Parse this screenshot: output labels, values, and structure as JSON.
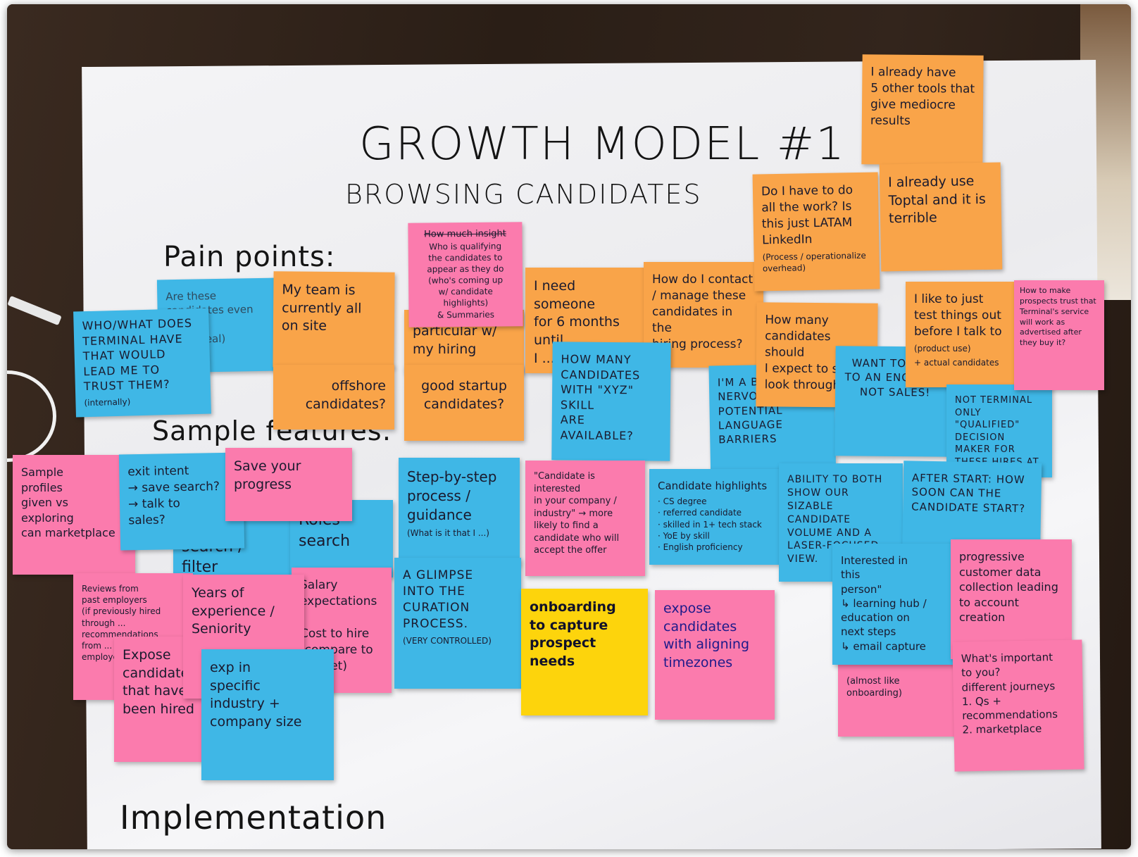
{
  "board": {
    "title": "GROWTH MODEL #1",
    "subtitle": "BROWSING CANDIDATES",
    "sections": {
      "pain_points": "Pain points:",
      "sample_features": "Sample features:",
      "implementation": "Implementation"
    }
  },
  "notes": {
    "trust": "WHO/WHAT DOES TERMINAL HAVE THAT WOULD LEAD ME TO TRUST THEM?",
    "trust_sub": "(internally)",
    "are_these": "Are these\ncandidates even\nhuman?\n(are it real)",
    "team_onsite": "My team is\ncurrently all\non site",
    "offshore": "offshore\ncandidates?",
    "qualifying_crossed": "How much insight",
    "qualifying": "Who is qualifying\nthe candidates to\nappear as they do\n(who's coming up\nw/ candidate\nhighlights)\n& Summaries",
    "particular": "particular w/\nmy hiring",
    "startup": "good startup\ncandidates?",
    "six_months": "I need someone\nfor 6 months until\nI ...",
    "contact": "How do I contact\n/ manage these\ncandidates in the\nhiring process?",
    "how_many_skill": "HOW MANY\nCANDIDATES\nWITH \"XYZ\"\nSKILL\nARE AVAILABLE?",
    "do_the_work": "Do I have to do\nall the work? Is\nthis just LATAM LinkedIn",
    "do_the_work_sub": "(Process / operationalize overhead)",
    "how_many_look": "How many\ncandidates should\nI expect to see /\nlook through?",
    "five_tools": "I already have\n5 other tools that\ngive mediocre\nresults",
    "toptal": "I already use\nToptal and it is\nterrible",
    "test_things": "I like to just\ntest things out\nbefore I talk to",
    "test_things_sub1": "(product use)",
    "test_things_sub2": "+ actual candidates",
    "prospects_side": "How to make prospects trust that Terminal's service will work as advertised after they buy it?",
    "nervous": "I'M A BIT NERVOUS ABOUT POTENTIAL LANGUAGE BARRIERS",
    "talk_engineer": "WANT TO TALK TO AN ENGINEER NOT SALES!",
    "qualified": "NOT TERMINAL ONLY \"QUALIFIED\" DECISION MAKER FOR THESE HIRES AT MY COMPANY...",
    "sample_profiles": "Sample\nprofiles\ngiven vs\nexploring\ncan marketplace",
    "exit_intent": "exit intent\n→ save search?\n→ talk to\nsales?",
    "save_progress": "Save your\nprogress",
    "stack_search": "Stack\nsearch /\nfilter",
    "roles_search": "Roles\nsearch",
    "step_by_step": "Step-by-step\nprocess /\nguidance",
    "step_by_step_sub": "(What is it that I ...)",
    "interested": "\"Candidate is interested\nin your company /\nindustry\" → more\nlikely to find a\ncandidate who will\naccept the offer",
    "highlights_title": "Candidate highlights",
    "highlights_list": "· CS degree\n· referred candidate\n· skilled in 1+ tech stack\n· YoE by skill\n· English proficiency",
    "volume": "ABILITY TO BOTH SHOW OUR SIZABLE CANDIDATE VOLUME AND A LASER-FOCUSED VIEW.",
    "after_start": "AFTER START: HOW SOON CAN THE CANDIDATE START?",
    "reviews": "Reviews from\npast employers\n(if previously hired\nthrough ...\nrecommendations\nfrom ...\nemployers)",
    "years_exp": "Years of\nexperience /\nSeniority",
    "salary": "Salary expectations\n/\nCost to hire\n(compare to market)",
    "expose_hired": "Expose\ncandidates\nthat have\nbeen hired",
    "exp_industry": "exp in\nspecific\nindustry +\ncompany size",
    "glimpse": "A GLIMPSE\nINTO THE\nCURATION\nPROCESS.",
    "glimpse_sub": "(VERY CONTROLLED)",
    "onboarding": "onboarding\nto capture\nprospect\nneeds",
    "timezones": "expose\ncandidates\nwith aligning\ntimezones",
    "interested_person": "Interested in\nthis\nperson\"\n↳ learning hub /\neducation on\nnext steps\n↳ email capture",
    "customer_data": "progressive\ncustomer data\ncollection leading\nto account creation",
    "diff_growth": "solution in itself\n(diff growth model)\n\n(almost like onboarding)",
    "important": "What's important\nto you?\ndifferent journeys\n1. Qs + recommendations\n2. marketplace"
  },
  "colors": {
    "orange": "#f9a449",
    "blue": "#3fb7e6",
    "pink": "#fb7bad",
    "yellow": "#fdd40c",
    "paper": "#efeff2",
    "table": "#2e2119"
  }
}
